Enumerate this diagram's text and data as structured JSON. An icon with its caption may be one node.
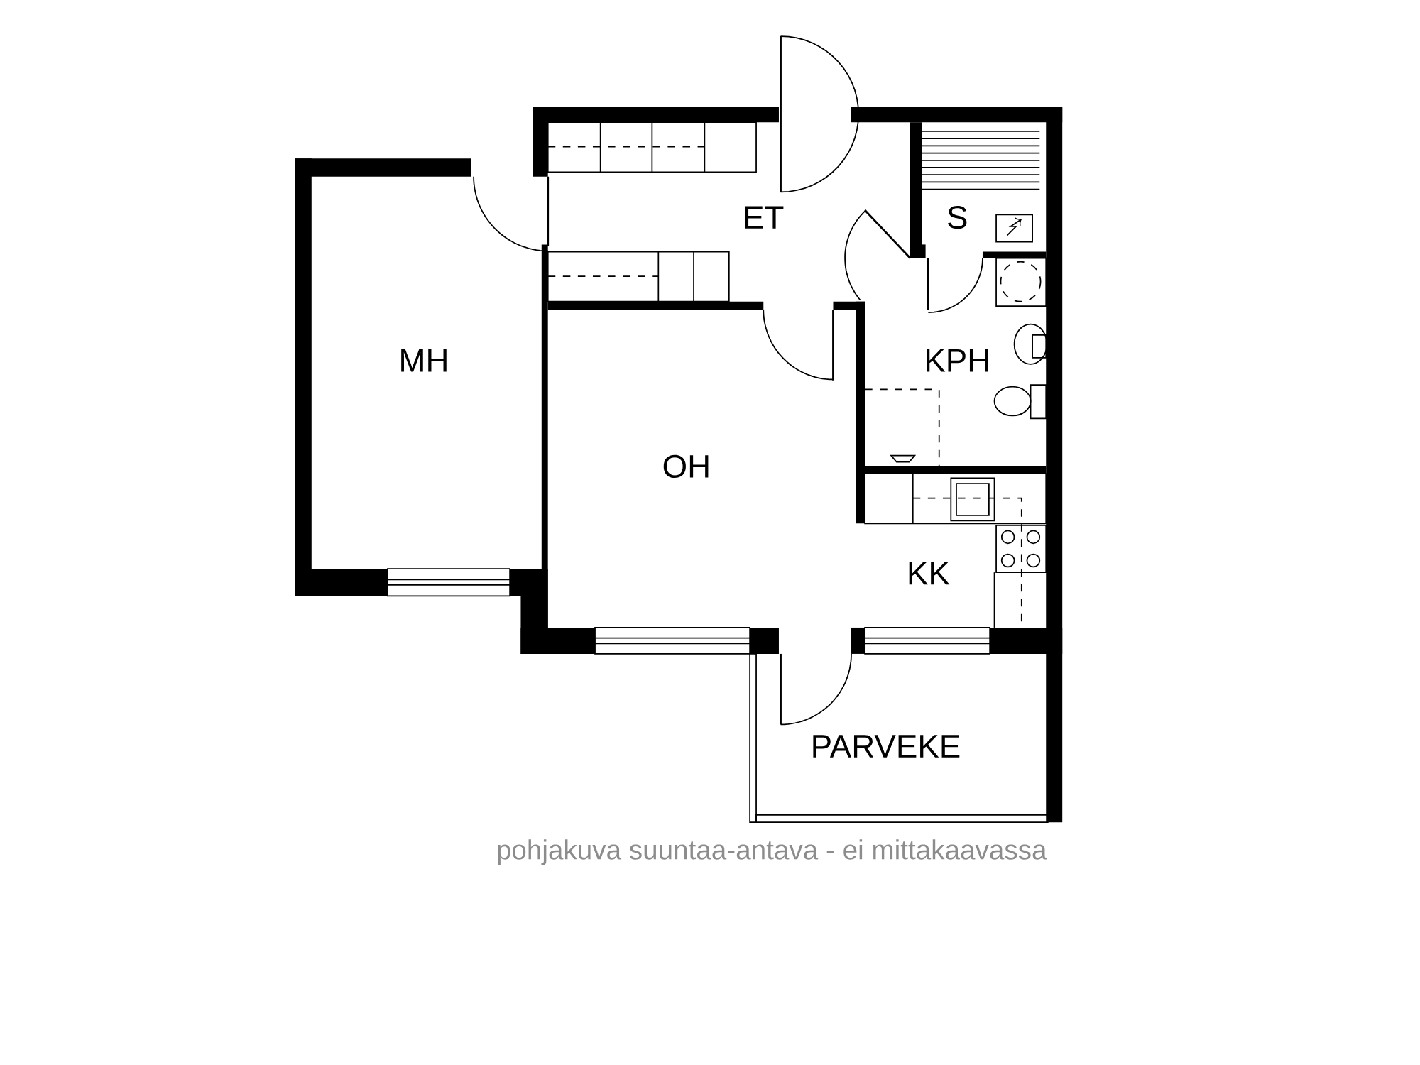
{
  "diagram": {
    "caption": "pohjakuva suuntaa-antava - ei mittakaavassa",
    "labels": [
      "ET",
      "S",
      "MH",
      "KPH",
      "OH",
      "KK",
      "PARVEKE"
    ]
  }
}
